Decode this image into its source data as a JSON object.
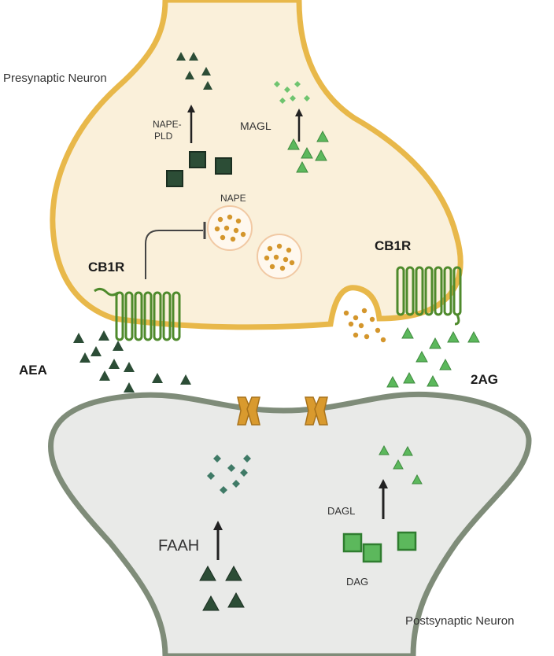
{
  "labels": {
    "presynaptic": "Presynaptic Neuron",
    "postsynaptic": "Postsynaptic Neuron",
    "nape_pld_line1": "NAPE-",
    "nape_pld_line2": "PLD",
    "magl": "MAGL",
    "nape": "NAPE",
    "cb1r_left": "CB1R",
    "cb1r_right": "CB1R",
    "aea": "AEA",
    "two_ag": "2AG",
    "faah": "FAAH",
    "dagl": "DAGL",
    "dag": "DAG"
  },
  "colors": {
    "presynaptic_fill": "#faf0da",
    "presynaptic_border": "#e8b84a",
    "postsynaptic_fill": "#e9eae8",
    "postsynaptic_border": "#7f8c79",
    "receptor": "#4e8a2c",
    "dark_green": "#2c4d36",
    "light_green": "#5cb85c",
    "teal_green": "#3f7a66",
    "vesicle_dot": "#d4962c",
    "channel": "#d99a2e",
    "arrow": "#222222"
  },
  "icons": {
    "inhibition": "inhibition-arrow-icon",
    "synthesis_arrow": "up-arrow-icon",
    "receptor": "gpcr-receptor-icon",
    "channel": "ion-channel-icon"
  }
}
